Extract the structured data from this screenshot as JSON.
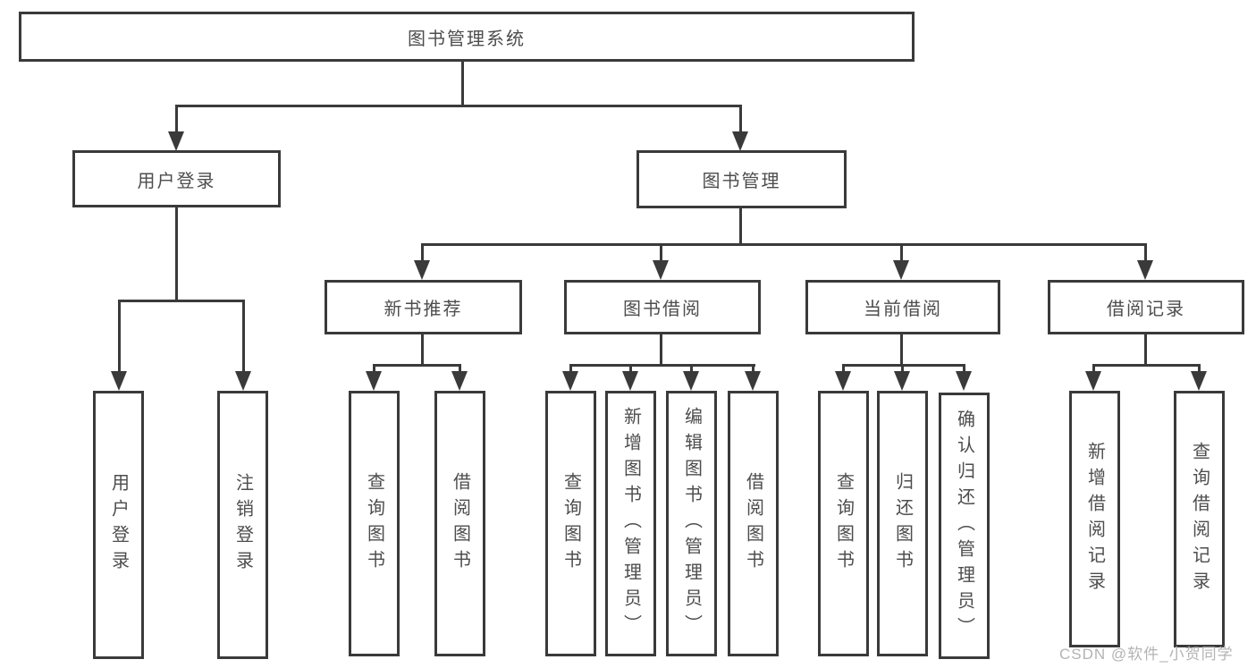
{
  "diagram_type": "hierarchy-tree",
  "tree": {
    "label": "图书管理系统",
    "children": [
      {
        "label": "用户登录",
        "children": [
          {
            "label": "用户登录"
          },
          {
            "label": "注销登录"
          }
        ]
      },
      {
        "label": "图书管理",
        "children": [
          {
            "label": "新书推荐",
            "children": [
              {
                "label": "查询图书"
              },
              {
                "label": "借阅图书"
              }
            ]
          },
          {
            "label": "图书借阅",
            "children": [
              {
                "label": "查询图书"
              },
              {
                "label": "新增图书（管理员）"
              },
              {
                "label": "编辑图书（管理员）"
              },
              {
                "label": "借阅图书"
              }
            ]
          },
          {
            "label": "当前借阅",
            "children": [
              {
                "label": "查询图书"
              },
              {
                "label": "归还图书"
              },
              {
                "label": "确认归还（管理员）"
              }
            ]
          },
          {
            "label": "借阅记录",
            "children": [
              {
                "label": "新增借阅记录"
              },
              {
                "label": "查询借阅记录"
              }
            ]
          }
        ]
      }
    ]
  },
  "watermark": {
    "text": "CSDN @软件_小贺同学"
  },
  "colors": {
    "line": "#3a3a3a",
    "text": "#4d4d4d",
    "watermark": "#b3b3b3",
    "background": "#ffffff"
  }
}
